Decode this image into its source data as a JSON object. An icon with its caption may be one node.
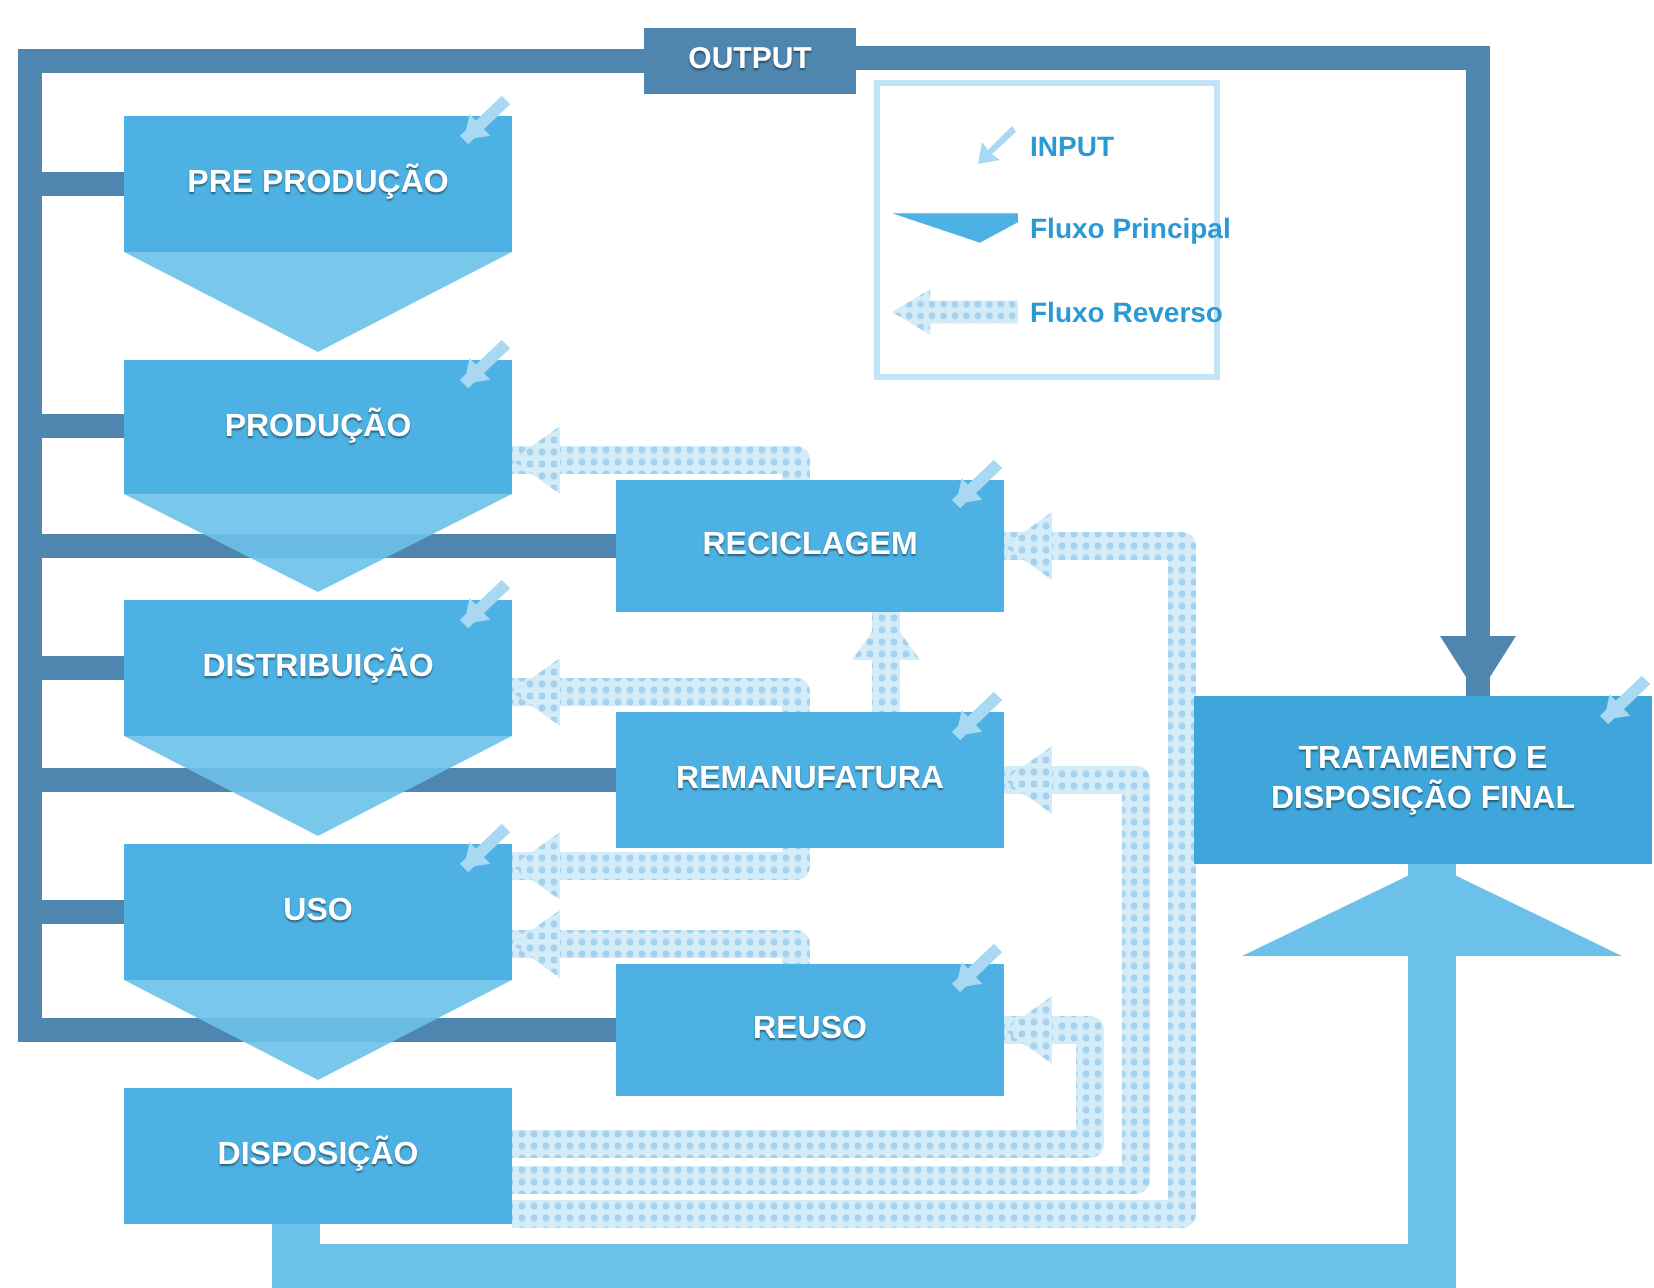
{
  "diagram": {
    "nodes": [
      {
        "text": [
          "OUTPUT"
        ]
      },
      {
        "text": [
          "PRE PRODUÇÃO"
        ]
      },
      {
        "text": [
          "PRODUÇÃO"
        ]
      },
      {
        "text": [
          "DISTRIBUIÇÃO"
        ]
      },
      {
        "text": [
          "USO"
        ]
      },
      {
        "text": [
          "DISPOSIÇÃO"
        ]
      },
      {
        "text": [
          "RECICLAGEM"
        ]
      },
      {
        "text": [
          "REMANUFATURA"
        ]
      },
      {
        "text": [
          "REUSO"
        ]
      },
      {
        "text": [
          "TRATAMENTO E DISPOSIÇÃO FINAL"
        ]
      }
    ],
    "edges": [
      {
        "from": 1,
        "to": 2,
        "arrow": "to",
        "style": "thick",
        "color": "#6cc1ea"
      },
      {
        "from": 2,
        "to": 3,
        "arrow": "to",
        "style": "thick",
        "color": "#6cc1ea"
      },
      {
        "from": 3,
        "to": 4,
        "arrow": "to",
        "style": "thick",
        "color": "#6cc1ea"
      },
      {
        "from": 4,
        "to": 5,
        "arrow": "to",
        "style": "thick",
        "color": "#6cc1ea"
      },
      {
        "from": 1,
        "to": 0,
        "arrow": "none",
        "color": "#4f86b0"
      },
      {
        "from": 2,
        "to": 0,
        "arrow": "none",
        "color": "#4f86b0"
      },
      {
        "from": 6,
        "to": 0,
        "arrow": "none",
        "color": "#4f86b0"
      },
      {
        "from": 3,
        "to": 0,
        "arrow": "none",
        "color": "#4f86b0"
      },
      {
        "from": 7,
        "to": 0,
        "arrow": "none",
        "color": "#4f86b0"
      },
      {
        "from": 4,
        "to": 0,
        "arrow": "none",
        "color": "#4f86b0"
      },
      {
        "from": 8,
        "to": 0,
        "arrow": "none",
        "color": "#4f86b0"
      },
      {
        "from": 0,
        "to": 9,
        "arrow": "to",
        "color": "#4f86b0"
      },
      {
        "from": 6,
        "to": 2,
        "arrow": "to"
      },
      {
        "from": 7,
        "to": 6,
        "arrow": "to"
      },
      {
        "from": 7,
        "to": 3,
        "arrow": "to"
      },
      {
        "from": 7,
        "to": 4,
        "arrow": "to"
      },
      {
        "from": 8,
        "to": 4,
        "arrow": "to"
      },
      {
        "from": 5,
        "to": 8,
        "arrow": "to"
      },
      {
        "from": 5,
        "to": 7,
        "arrow": "to"
      },
      {
        "from": 5,
        "to": 6,
        "arrow": "to"
      },
      {
        "from": 5,
        "to": 9,
        "arrow": "to",
        "style": "thick",
        "color": "#6cc1ea"
      },
      {
        "from": null,
        "to": 1,
        "arrow": "to",
        "color": "#a8d8f2"
      },
      {
        "from": null,
        "to": 2,
        "arrow": "to",
        "color": "#a8d8f2"
      },
      {
        "from": null,
        "to": 3,
        "arrow": "to",
        "color": "#a8d8f2"
      },
      {
        "from": null,
        "to": 4,
        "arrow": "to",
        "color": "#a8d8f2"
      },
      {
        "from": null,
        "to": 6,
        "arrow": "to",
        "color": "#a8d8f2"
      },
      {
        "from": null,
        "to": 7,
        "arrow": "to",
        "color": "#a8d8f2"
      },
      {
        "from": null,
        "to": 8,
        "arrow": "to",
        "color": "#a8d8f2"
      },
      {
        "from": null,
        "to": 9,
        "arrow": "to",
        "color": "#a8d8f2"
      }
    ],
    "legend": [
      {
        "text": "INPUT"
      },
      {
        "text": "Fluxo Principal"
      },
      {
        "text": "Fluxo Reverso"
      }
    ]
  }
}
